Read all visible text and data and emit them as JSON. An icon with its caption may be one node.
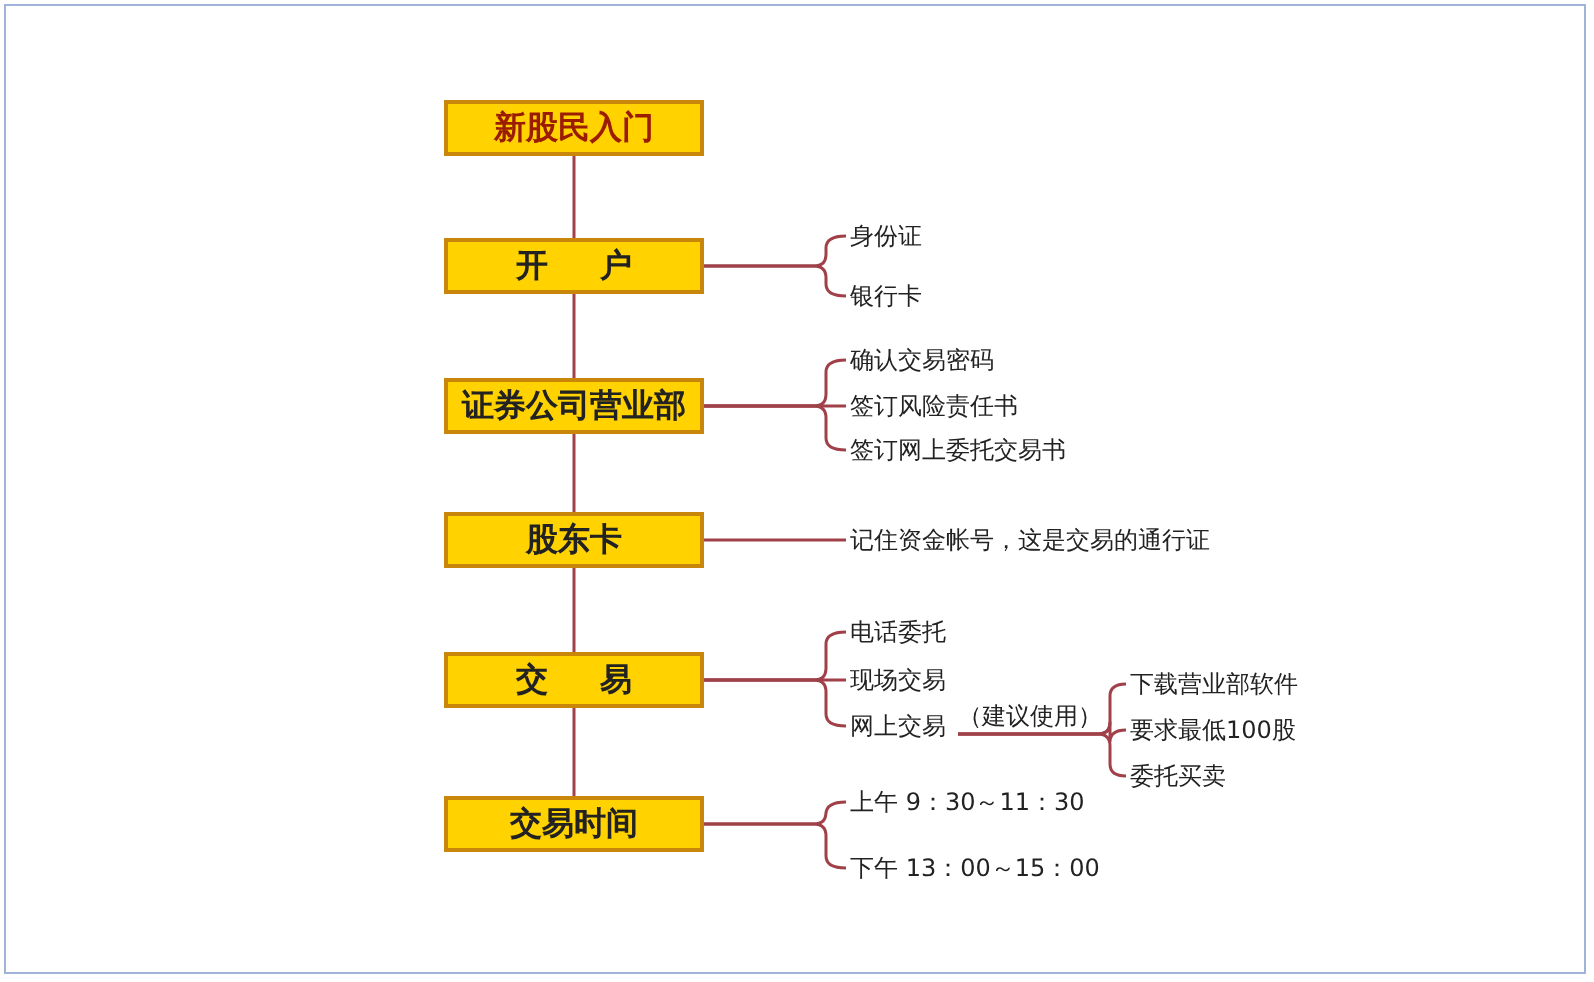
{
  "diagram": {
    "nodes": [
      {
        "text": [
          "新股民入门"
        ]
      },
      {
        "text": [
          "开户"
        ]
      },
      {
        "text": [
          "证券公司营业部"
        ]
      },
      {
        "text": [
          "股东卡"
        ]
      },
      {
        "text": [
          "交易"
        ]
      },
      {
        "text": [
          "交易时间"
        ]
      },
      {
        "text": [
          "身份证"
        ]
      },
      {
        "text": [
          "银行卡"
        ]
      },
      {
        "text": [
          "确认交易密码"
        ]
      },
      {
        "text": [
          "签订风险责任书"
        ]
      },
      {
        "text": [
          "签订网上委托交易书"
        ]
      },
      {
        "text": [
          "记住资金帐号，这是交易的通行证"
        ]
      },
      {
        "text": [
          "电话委托"
        ]
      },
      {
        "text": [
          "现场交易"
        ]
      },
      {
        "text": [
          "网上交易"
        ]
      },
      {
        "text": [
          "下载营业部软件"
        ]
      },
      {
        "text": [
          "要求最低100股"
        ]
      },
      {
        "text": [
          "委托买卖"
        ]
      },
      {
        "text": [
          "上午 9：30～11：30"
        ]
      },
      {
        "text": [
          "下午 13：00～15：00"
        ]
      }
    ],
    "edges": [
      {
        "from": 0,
        "to": 1,
        "arrow": "none"
      },
      {
        "from": 1,
        "to": 2,
        "arrow": "none"
      },
      {
        "from": 2,
        "to": 3,
        "arrow": "none"
      },
      {
        "from": 3,
        "to": 4,
        "arrow": "none"
      },
      {
        "from": 4,
        "to": 5,
        "arrow": "none"
      },
      {
        "from": 1,
        "to": 6,
        "arrow": "none"
      },
      {
        "from": 1,
        "to": 7,
        "arrow": "none"
      },
      {
        "from": 2,
        "to": 8,
        "arrow": "none"
      },
      {
        "from": 2,
        "to": 9,
        "arrow": "none"
      },
      {
        "from": 2,
        "to": 10,
        "arrow": "none"
      },
      {
        "from": 3,
        "to": 11,
        "arrow": "none"
      },
      {
        "from": 4,
        "to": 12,
        "arrow": "none"
      },
      {
        "from": 4,
        "to": 13,
        "arrow": "none"
      },
      {
        "from": 4,
        "to": 14,
        "arrow": "none"
      },
      {
        "from": 14,
        "to": 15,
        "arrow": "none"
      },
      {
        "from": 14,
        "to": 16,
        "arrow": "none",
        "label": "（建议使用）"
      },
      {
        "from": 14,
        "to": 17,
        "arrow": "none"
      },
      {
        "from": 5,
        "to": 18,
        "arrow": "none"
      },
      {
        "from": 5,
        "to": 19,
        "arrow": "none"
      }
    ]
  }
}
